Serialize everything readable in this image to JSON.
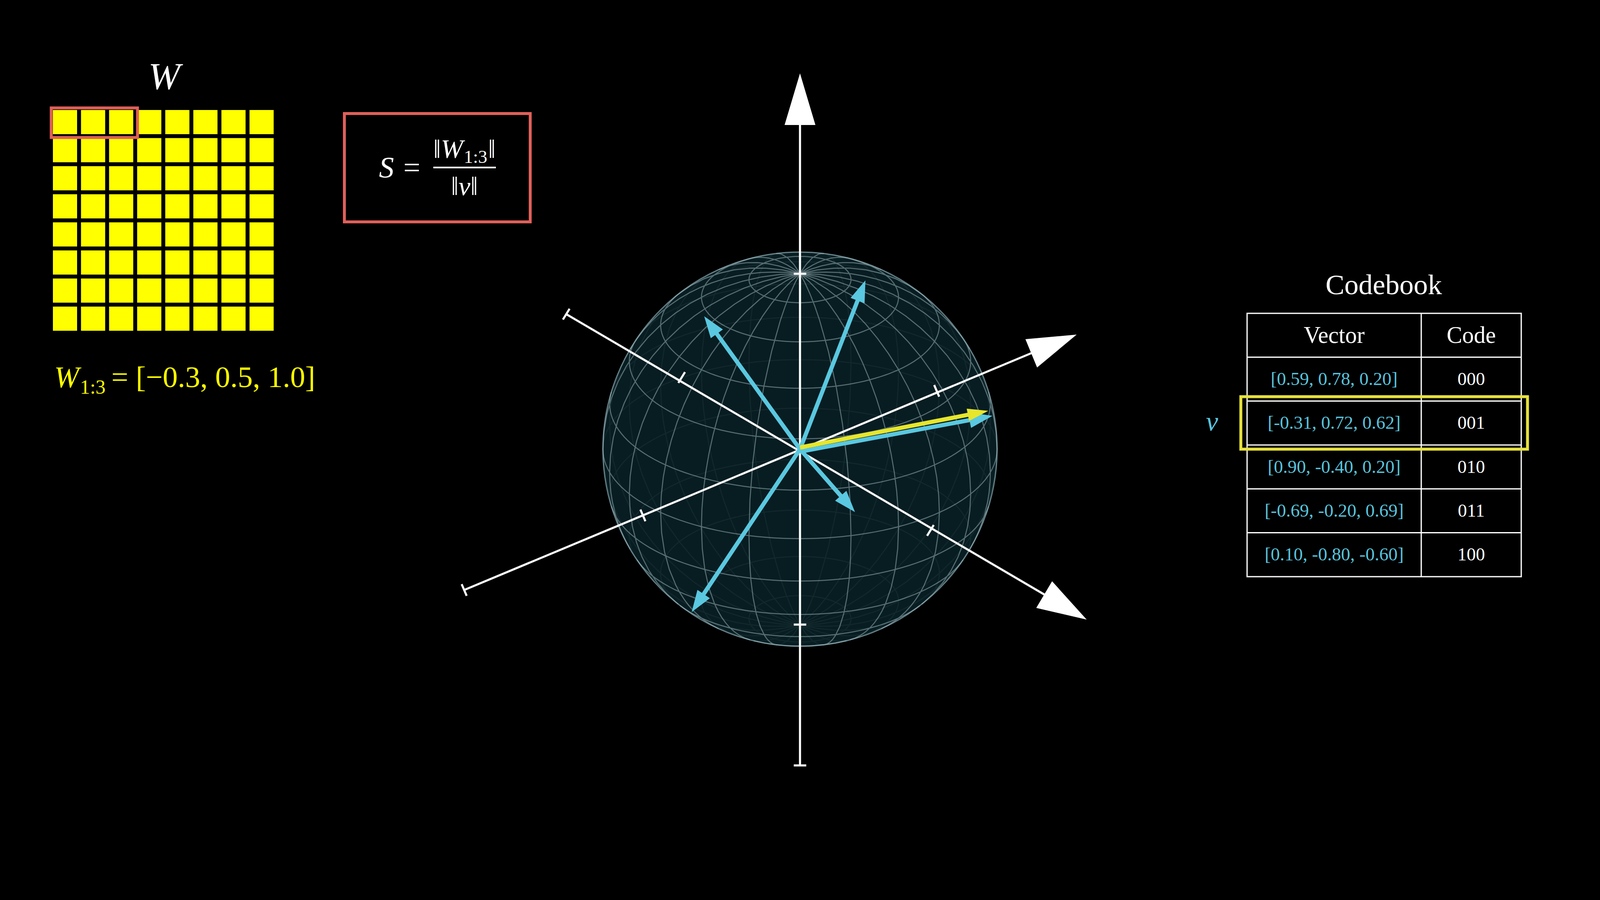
{
  "diagram": {
    "nodes": [
      {
        "text": [
          "S =",
          "‖W",
          "1:3",
          "‖",
          "‖v‖"
        ]
      }
    ],
    "labels": [
      "W",
      "W",
      "1:3",
      "= [−0.3, 0.5, 1.0]",
      "Codebook",
      "Vector",
      "Code",
      "[0.59, 0.78, 0.20]",
      "000",
      "v",
      "[-0.31, 0.72, 0.62]",
      "001",
      "[0.90, -0.40, 0.20]",
      "010",
      "[-0.69, -0.20, 0.69]",
      "011",
      "[0.10, -0.80, -0.60]",
      "100"
    ]
  }
}
